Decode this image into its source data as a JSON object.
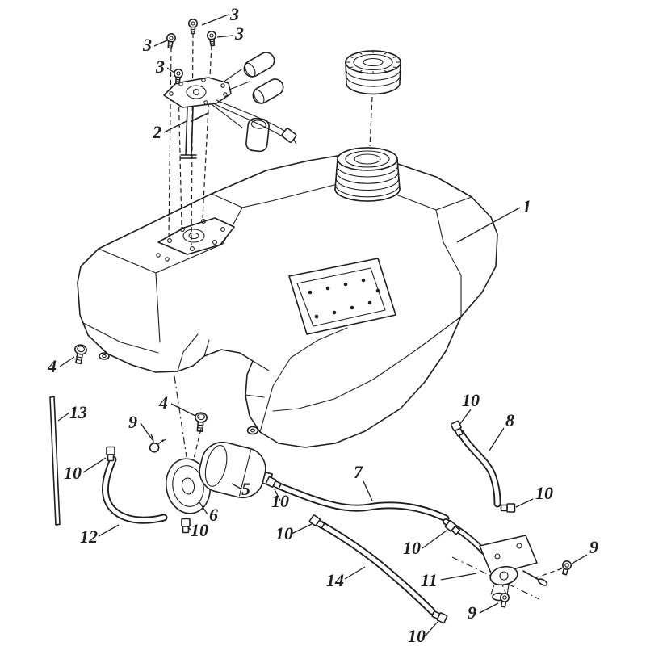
{
  "diagram": {
    "type": "exploded-parts-diagram",
    "subject": "fuel-tank-assembly",
    "line_color": "#1f1f1f",
    "background_color": "#ffffff"
  },
  "part_numbers": [
    "1",
    "2",
    "3",
    "4",
    "5",
    "6",
    "7",
    "8",
    "9",
    "10",
    "11",
    "12",
    "13",
    "14"
  ],
  "callouts": [
    {
      "label": "3"
    },
    {
      "label": "3"
    },
    {
      "label": "3"
    },
    {
      "label": "3"
    },
    {
      "label": "2"
    },
    {
      "label": "1"
    },
    {
      "label": "4"
    },
    {
      "label": "4"
    },
    {
      "label": "13"
    },
    {
      "label": "9"
    },
    {
      "label": "10"
    },
    {
      "label": "8"
    },
    {
      "label": "10"
    },
    {
      "label": "5"
    },
    {
      "label": "7"
    },
    {
      "label": "10"
    },
    {
      "label": "10"
    },
    {
      "label": "6"
    },
    {
      "label": "10"
    },
    {
      "label": "12"
    },
    {
      "label": "10"
    },
    {
      "label": "10"
    },
    {
      "label": "11"
    },
    {
      "label": "14"
    },
    {
      "label": "9"
    },
    {
      "label": "9"
    },
    {
      "label": "10"
    }
  ]
}
